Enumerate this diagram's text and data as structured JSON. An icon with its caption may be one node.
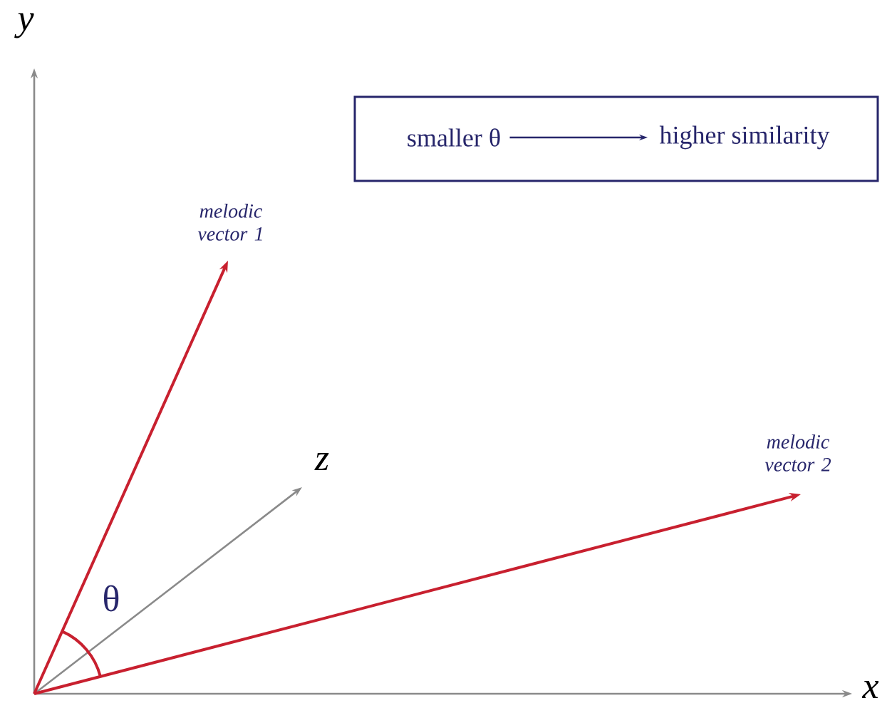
{
  "diagram": {
    "nodes": [
      {
        "text": [],
        "shape": "box"
      },
      {
        "text": [
          "smaller θ"
        ],
        "in": 0
      },
      {
        "text": [
          "higher similarity"
        ],
        "in": 0
      }
    ],
    "edges": [
      {
        "from": 1,
        "to": 2,
        "arrow": "to"
      }
    ],
    "labels": [
      "y",
      "melodic vector 1",
      "z",
      "θ",
      "melodic vector 2",
      "x"
    ]
  }
}
